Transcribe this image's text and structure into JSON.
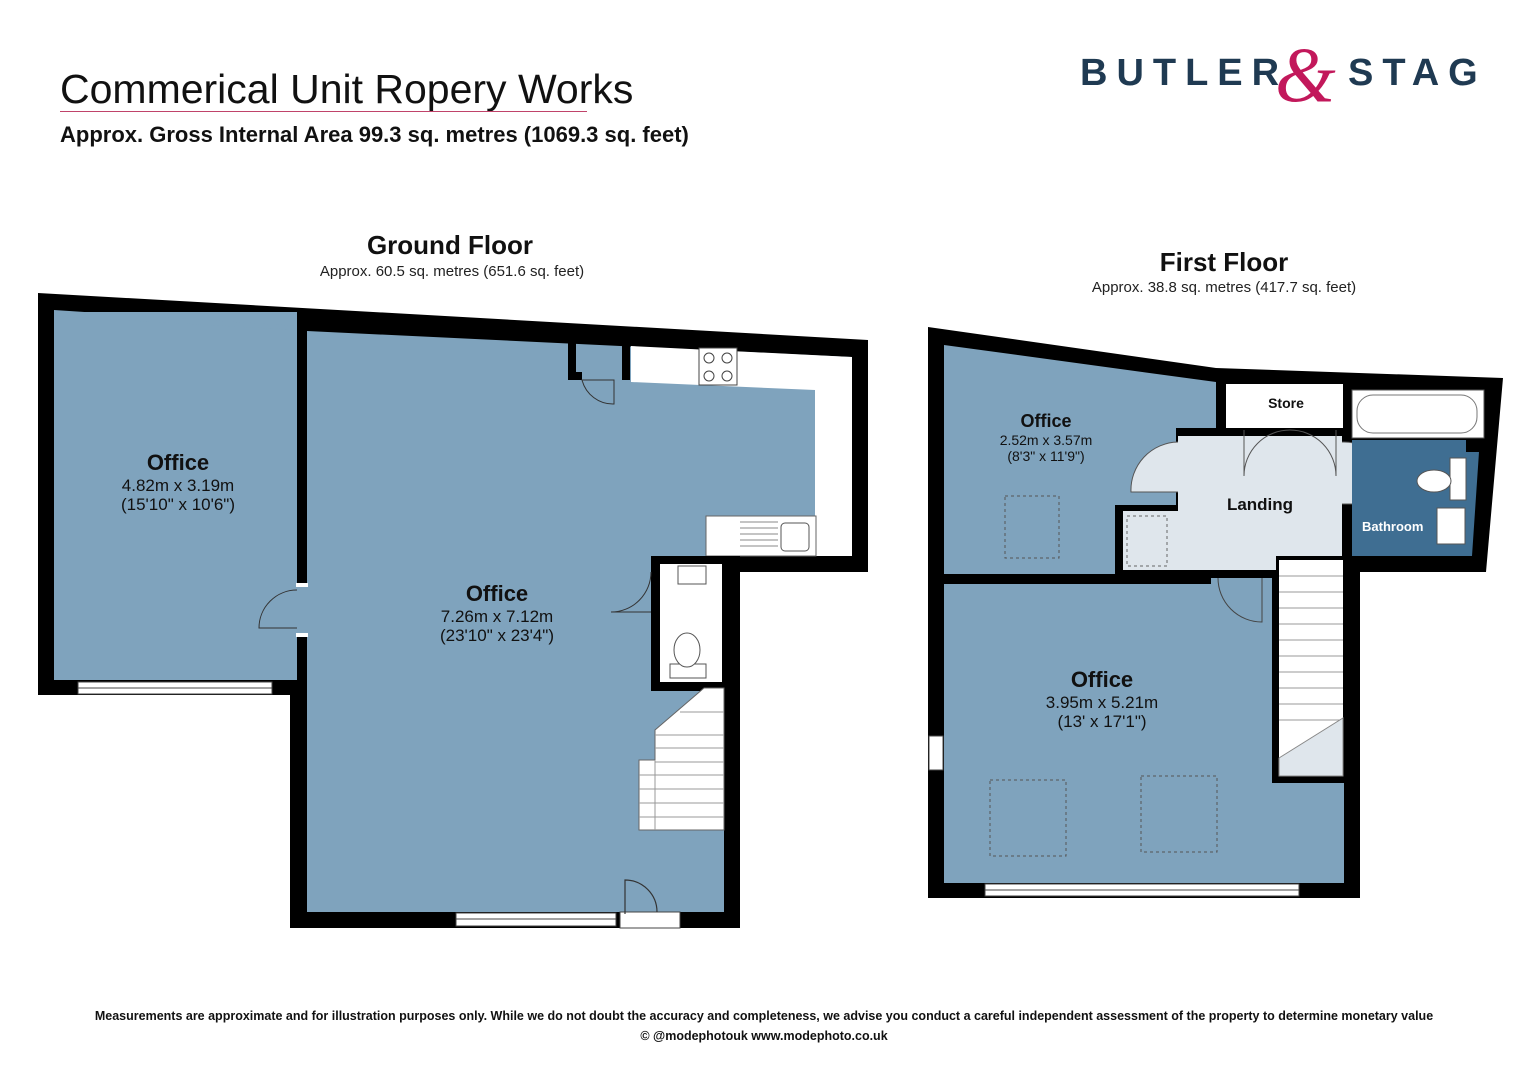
{
  "header": {
    "title": "Commerical Unit Ropery Works",
    "subtitle": "Approx. Gross Internal Area 99.3 sq. metres (1069.3 sq. feet)"
  },
  "logo": {
    "left_word": "BUTLER",
    "ampersand": "&",
    "right_word": "STAG",
    "colors": {
      "text": "#1f3a52",
      "ampersand": "#c2185b"
    }
  },
  "ground_floor": {
    "title": "Ground Floor",
    "area": "Approx. 60.5 sq. metres (651.6 sq. feet)",
    "rooms": [
      {
        "name": "Office",
        "dim_m": "4.82m x 3.19m",
        "dim_ft": "(15'10\" x 10'6\")"
      },
      {
        "name": "Office",
        "dim_m": "7.26m x 7.12m",
        "dim_ft": "(23'10\" x 23'4\")"
      }
    ]
  },
  "first_floor": {
    "title": "First Floor",
    "area": "Approx. 38.8 sq. metres (417.7 sq. feet)",
    "rooms": [
      {
        "name": "Office",
        "dim_m": "2.52m x 3.57m",
        "dim_ft": "(8'3\" x 11'9\")"
      },
      {
        "name": "Office",
        "dim_m": "3.95m x 5.21m",
        "dim_ft": "(13' x 17'1\")"
      },
      {
        "name": "Landing"
      },
      {
        "name": "Store"
      },
      {
        "name": "Bathroom"
      }
    ]
  },
  "colors": {
    "room_fill": "#7fa3bd",
    "landing_fill": "#dfe6ec",
    "bathroom_fill": "#3f6e92",
    "wall": "#000000"
  },
  "footer": {
    "disclaimer": "Measurements are approximate and for illustration purposes only. While we do not doubt the accuracy and completeness, we advise you conduct a careful independent assessment of the property to determine monetary value",
    "credit": "© @modephotouk www.modephoto.co.uk"
  }
}
